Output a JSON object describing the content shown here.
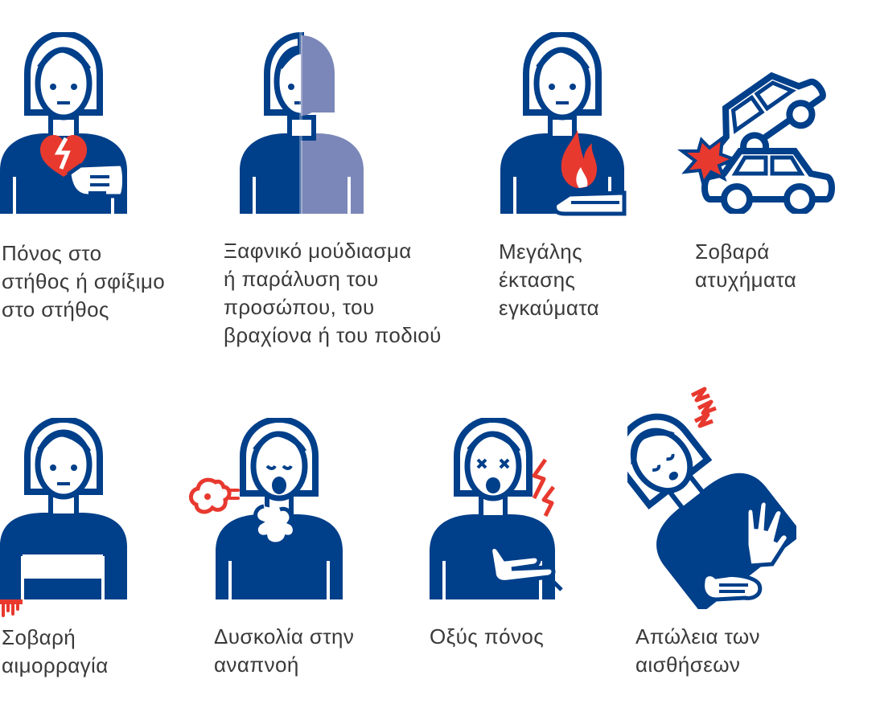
{
  "colors": {
    "navy": "#003f8a",
    "lilac": "#7b87b8",
    "red": "#e8392f",
    "text": "#3a3a3a",
    "background": "#ffffff"
  },
  "items": [
    {
      "icon": "broken-heart-icon",
      "lines": [
        "Πόνος στο",
        "στήθος ή σφίξιμο",
        "στο στήθος"
      ]
    },
    {
      "icon": "half-paralysis-face-icon",
      "lines": [
        "Ξαφνικό μούδιασμα",
        "ή παράλυση του",
        "προσώπου, του",
        "βραχίονα ή του ποδιού"
      ]
    },
    {
      "icon": "burn-flame-icon",
      "lines": [
        "Μεγάλης",
        "έκτασης",
        "εγκαύματα"
      ]
    },
    {
      "icon": "car-crash-icon",
      "lines": [
        "Σοβαρά",
        "ατυχήματα"
      ]
    },
    {
      "icon": "bleeding-arm-icon",
      "lines": [
        "Σοβαρή",
        "αιμορραγία"
      ]
    },
    {
      "icon": "choking-breath-icon",
      "lines": [
        "Δυσκολία στην",
        "αναπνοή"
      ]
    },
    {
      "icon": "sharp-pain-icon",
      "lines": [
        "Οξύς πόνος"
      ]
    },
    {
      "icon": "fainting-person-icon",
      "lines": [
        "Απώλεια των",
        "αισθήσεων"
      ]
    }
  ]
}
